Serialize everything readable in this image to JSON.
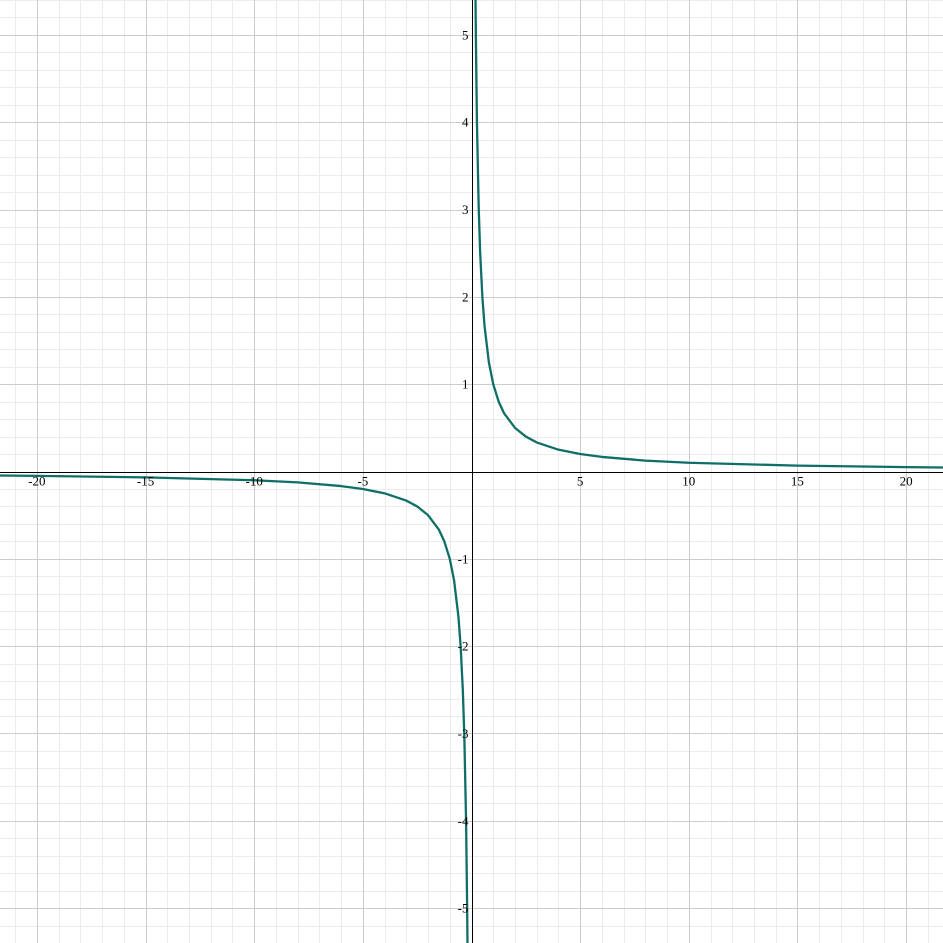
{
  "chart_data": {
    "type": "line",
    "title": "",
    "xlabel": "",
    "ylabel": "",
    "xlim": [
      -21.7,
      21.7
    ],
    "ylim": [
      -5.4,
      5.4
    ],
    "grid": true,
    "legend": "none",
    "x_ticks": [
      {
        "value": -20,
        "label": "-20"
      },
      {
        "value": -15,
        "label": "-15"
      },
      {
        "value": -10,
        "label": "-10"
      },
      {
        "value": -5,
        "label": "-5"
      },
      {
        "value": 5,
        "label": "5"
      },
      {
        "value": 10,
        "label": "10"
      },
      {
        "value": 15,
        "label": "15"
      },
      {
        "value": 20,
        "label": "20"
      }
    ],
    "y_ticks": [
      {
        "value": 5,
        "label": "5"
      },
      {
        "value": 4,
        "label": "4"
      },
      {
        "value": 3,
        "label": "3"
      },
      {
        "value": 2,
        "label": "2"
      },
      {
        "value": 1,
        "label": "1"
      },
      {
        "value": -1,
        "label": "-1"
      },
      {
        "value": -2,
        "label": "-2"
      },
      {
        "value": -3,
        "label": "-3"
      },
      {
        "value": -4,
        "label": "-4"
      },
      {
        "value": -5,
        "label": "-5"
      }
    ],
    "series": [
      {
        "color": "#0f6e66",
        "points": [
          [
            -21.7,
            -0.046
          ],
          [
            -20,
            -0.05
          ],
          [
            -15,
            -0.067
          ],
          [
            -10,
            -0.1
          ],
          [
            -8,
            -0.125
          ],
          [
            -6,
            -0.167
          ],
          [
            -5,
            -0.2
          ],
          [
            -4,
            -0.25
          ],
          [
            -3,
            -0.333
          ],
          [
            -2.5,
            -0.4
          ],
          [
            -2,
            -0.5
          ],
          [
            -1.5,
            -0.667
          ],
          [
            -1.25,
            -0.8
          ],
          [
            -1,
            -1
          ],
          [
            -0.8,
            -1.25
          ],
          [
            -0.6,
            -1.667
          ],
          [
            -0.5,
            -2
          ],
          [
            -0.4,
            -2.5
          ],
          [
            -0.33,
            -3.03
          ],
          [
            -0.25,
            -4
          ],
          [
            -0.2,
            -5
          ],
          [
            -0.185,
            -5.4
          ]
        ]
      },
      {
        "color": "#0f6e66",
        "points": [
          [
            0.185,
            5.4
          ],
          [
            0.2,
            5
          ],
          [
            0.25,
            4
          ],
          [
            0.33,
            3.03
          ],
          [
            0.4,
            2.5
          ],
          [
            0.5,
            2
          ],
          [
            0.6,
            1.667
          ],
          [
            0.8,
            1.25
          ],
          [
            1,
            1
          ],
          [
            1.25,
            0.8
          ],
          [
            1.5,
            0.667
          ],
          [
            2,
            0.5
          ],
          [
            2.5,
            0.4
          ],
          [
            3,
            0.333
          ],
          [
            4,
            0.25
          ],
          [
            5,
            0.2
          ],
          [
            6,
            0.167
          ],
          [
            8,
            0.125
          ],
          [
            10,
            0.1
          ],
          [
            15,
            0.067
          ],
          [
            20,
            0.05
          ],
          [
            21.7,
            0.046
          ]
        ]
      }
    ]
  }
}
